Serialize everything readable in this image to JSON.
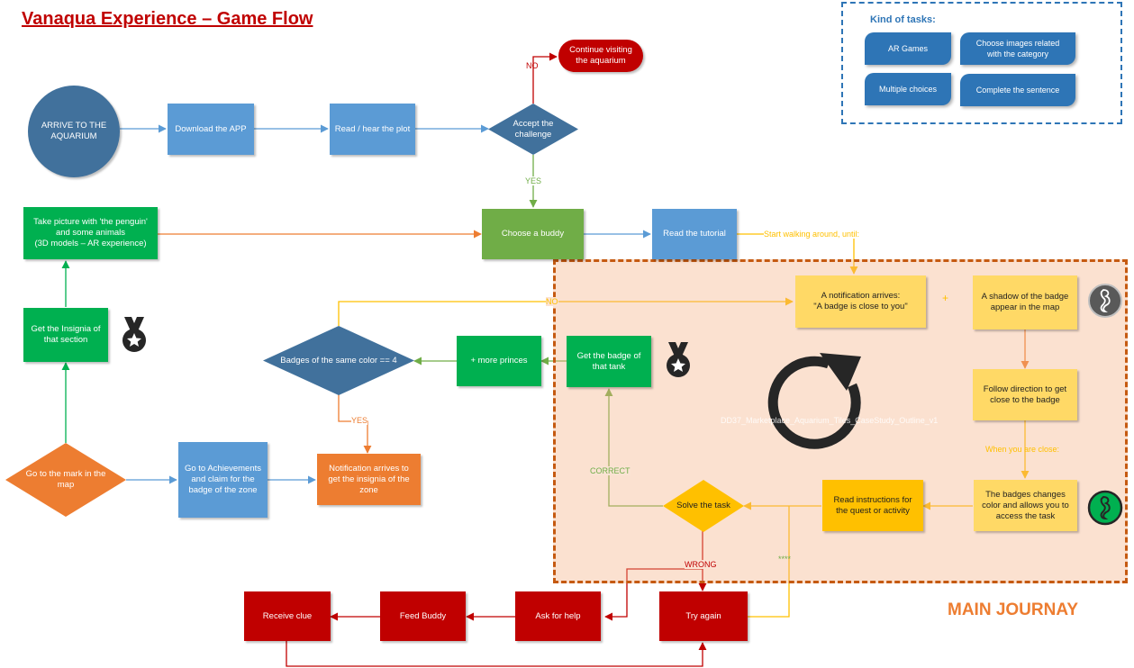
{
  "title": "Vanaqua Experience – Game Flow",
  "legend": {
    "title": "Kind of tasks:",
    "tasks": [
      "AR Games",
      "Choose images related\nwith the category",
      "Multiple choices",
      "Complete the sentence"
    ]
  },
  "nodes": {
    "arrive": "ARRIVE TO THE\nAQUARIUM",
    "download": "Download the APP",
    "read_plot": "Read / hear the plot",
    "accept": "Accept the\nchallenge",
    "continue": "Continue visiting\nthe aquarium",
    "take_picture": "Take picture with 'the penguin'\nand some animals\n(3D models – AR experience)",
    "choose_buddy": "Choose a buddy",
    "read_tutorial": "Read the tutorial",
    "notification": "A notification arrives:\n\"A badge is close to you\"",
    "shadow": "A shadow of the badge\nappear in the map",
    "get_insignia": "Get the Insignia of\nthat section",
    "badges_same": "Badges of the same color == 4",
    "more_princes": "+ more princes",
    "get_badge": "Get the badge of\nthat tank",
    "follow": "Follow direction to get\nclose to the badge",
    "go_mark": "Go to the mark in the\nmap",
    "achievements": "Go to Achievements\nand claim for the\nbadge of the zone",
    "notif_insignia": "Notification arrives to\nget the insignia of the\nzone",
    "solve": "Solve the task",
    "read_instr": "Read instructions for\nthe quest or activity",
    "badge_changes": "The badges changes\ncolor and allows you to\naccess the task",
    "receive_clue": "Receive clue",
    "feed_buddy": "Feed Buddy",
    "ask_help": "Ask for help",
    "try_again": "Try again"
  },
  "edge_labels": {
    "no_top": "NO",
    "yes_top": "YES",
    "start_walking": "Start walking around, until:",
    "no_mid": "NO",
    "plus": "+",
    "yes_mid": "YES",
    "when_close": "When you are close:",
    "correct": "CORRECT",
    "wrong": "WRONG",
    "stars": "****"
  },
  "journey_title": "MAIN JOURNAY",
  "watermark": "DD37_Marketplace_Aquarium_Tiles_CaseStudy_Outline_v1",
  "colors": {
    "blue_dark": "#41719c",
    "blue_mid": "#5b9bd5",
    "green": "#00b050",
    "green_buddy": "#70ad47",
    "orange": "#ed7d31",
    "red": "#c00000",
    "yellow": "#ffd966",
    "legend_blue": "#2e75b6"
  },
  "icons": [
    "medal-icon",
    "seahorse-icon",
    "refresh-icon"
  ]
}
